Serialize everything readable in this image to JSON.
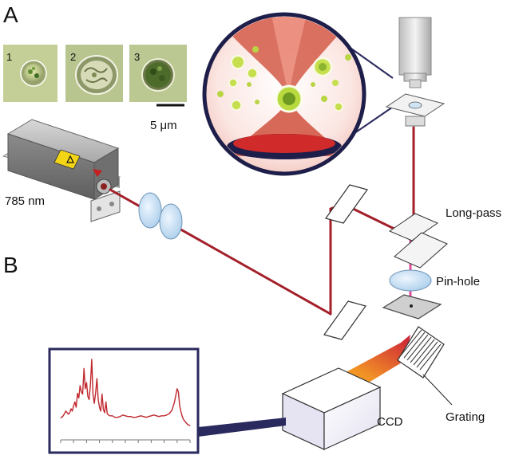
{
  "panels": {
    "a": "A",
    "b": "B"
  },
  "cells": {
    "labels": [
      "1",
      "2",
      "3"
    ],
    "scale_bar": "5 μm"
  },
  "laser": {
    "wavelength": "785 nm"
  },
  "components": {
    "long_pass": "Long-pass",
    "pin_hole": "Pin-hole",
    "grating": "Grating",
    "ccd": "CCD"
  },
  "colors": {
    "beam": "#a31f2a",
    "signal": "#e0509a",
    "lens": "#bfd9f2",
    "frame": "#2a2a5e",
    "spectrum": "#c0282e"
  },
  "chart_data": {
    "type": "line",
    "x": [
      0,
      2,
      4,
      6,
      7,
      8,
      9,
      10,
      11,
      12,
      13,
      14,
      15,
      16,
      17,
      18,
      19,
      20,
      21,
      22,
      23,
      24,
      25,
      26,
      27,
      28,
      29,
      30,
      31,
      32,
      33,
      34,
      35,
      36,
      37,
      38,
      40,
      42,
      44,
      46,
      48,
      50,
      52,
      54,
      56,
      58,
      60,
      62,
      64,
      66,
      68,
      70,
      72,
      74,
      76,
      78,
      80,
      82,
      84,
      86,
      88,
      90,
      91,
      92,
      93,
      94,
      95,
      96,
      97,
      98,
      99,
      100
    ],
    "values": [
      0.24,
      0.27,
      0.33,
      0.29,
      0.31,
      0.36,
      0.33,
      0.4,
      0.45,
      0.38,
      0.56,
      0.5,
      0.66,
      0.58,
      0.55,
      0.88,
      0.62,
      0.7,
      0.52,
      0.48,
      0.68,
      1.0,
      0.54,
      0.43,
      0.56,
      0.75,
      0.48,
      0.38,
      0.33,
      0.55,
      0.35,
      0.31,
      0.45,
      0.3,
      0.28,
      0.27,
      0.27,
      0.25,
      0.25,
      0.26,
      0.28,
      0.27,
      0.26,
      0.26,
      0.25,
      0.25,
      0.26,
      0.27,
      0.26,
      0.25,
      0.26,
      0.27,
      0.28,
      0.27,
      0.26,
      0.27,
      0.27,
      0.28,
      0.3,
      0.34,
      0.45,
      0.62,
      0.58,
      0.4,
      0.32,
      0.26,
      0.22,
      0.2,
      0.18,
      0.16,
      0.15,
      0.14
    ],
    "title": "",
    "xlabel": "",
    "ylabel": "",
    "grid": false,
    "xlim": [
      0,
      100
    ],
    "ylim": [
      0,
      1.05
    ]
  }
}
